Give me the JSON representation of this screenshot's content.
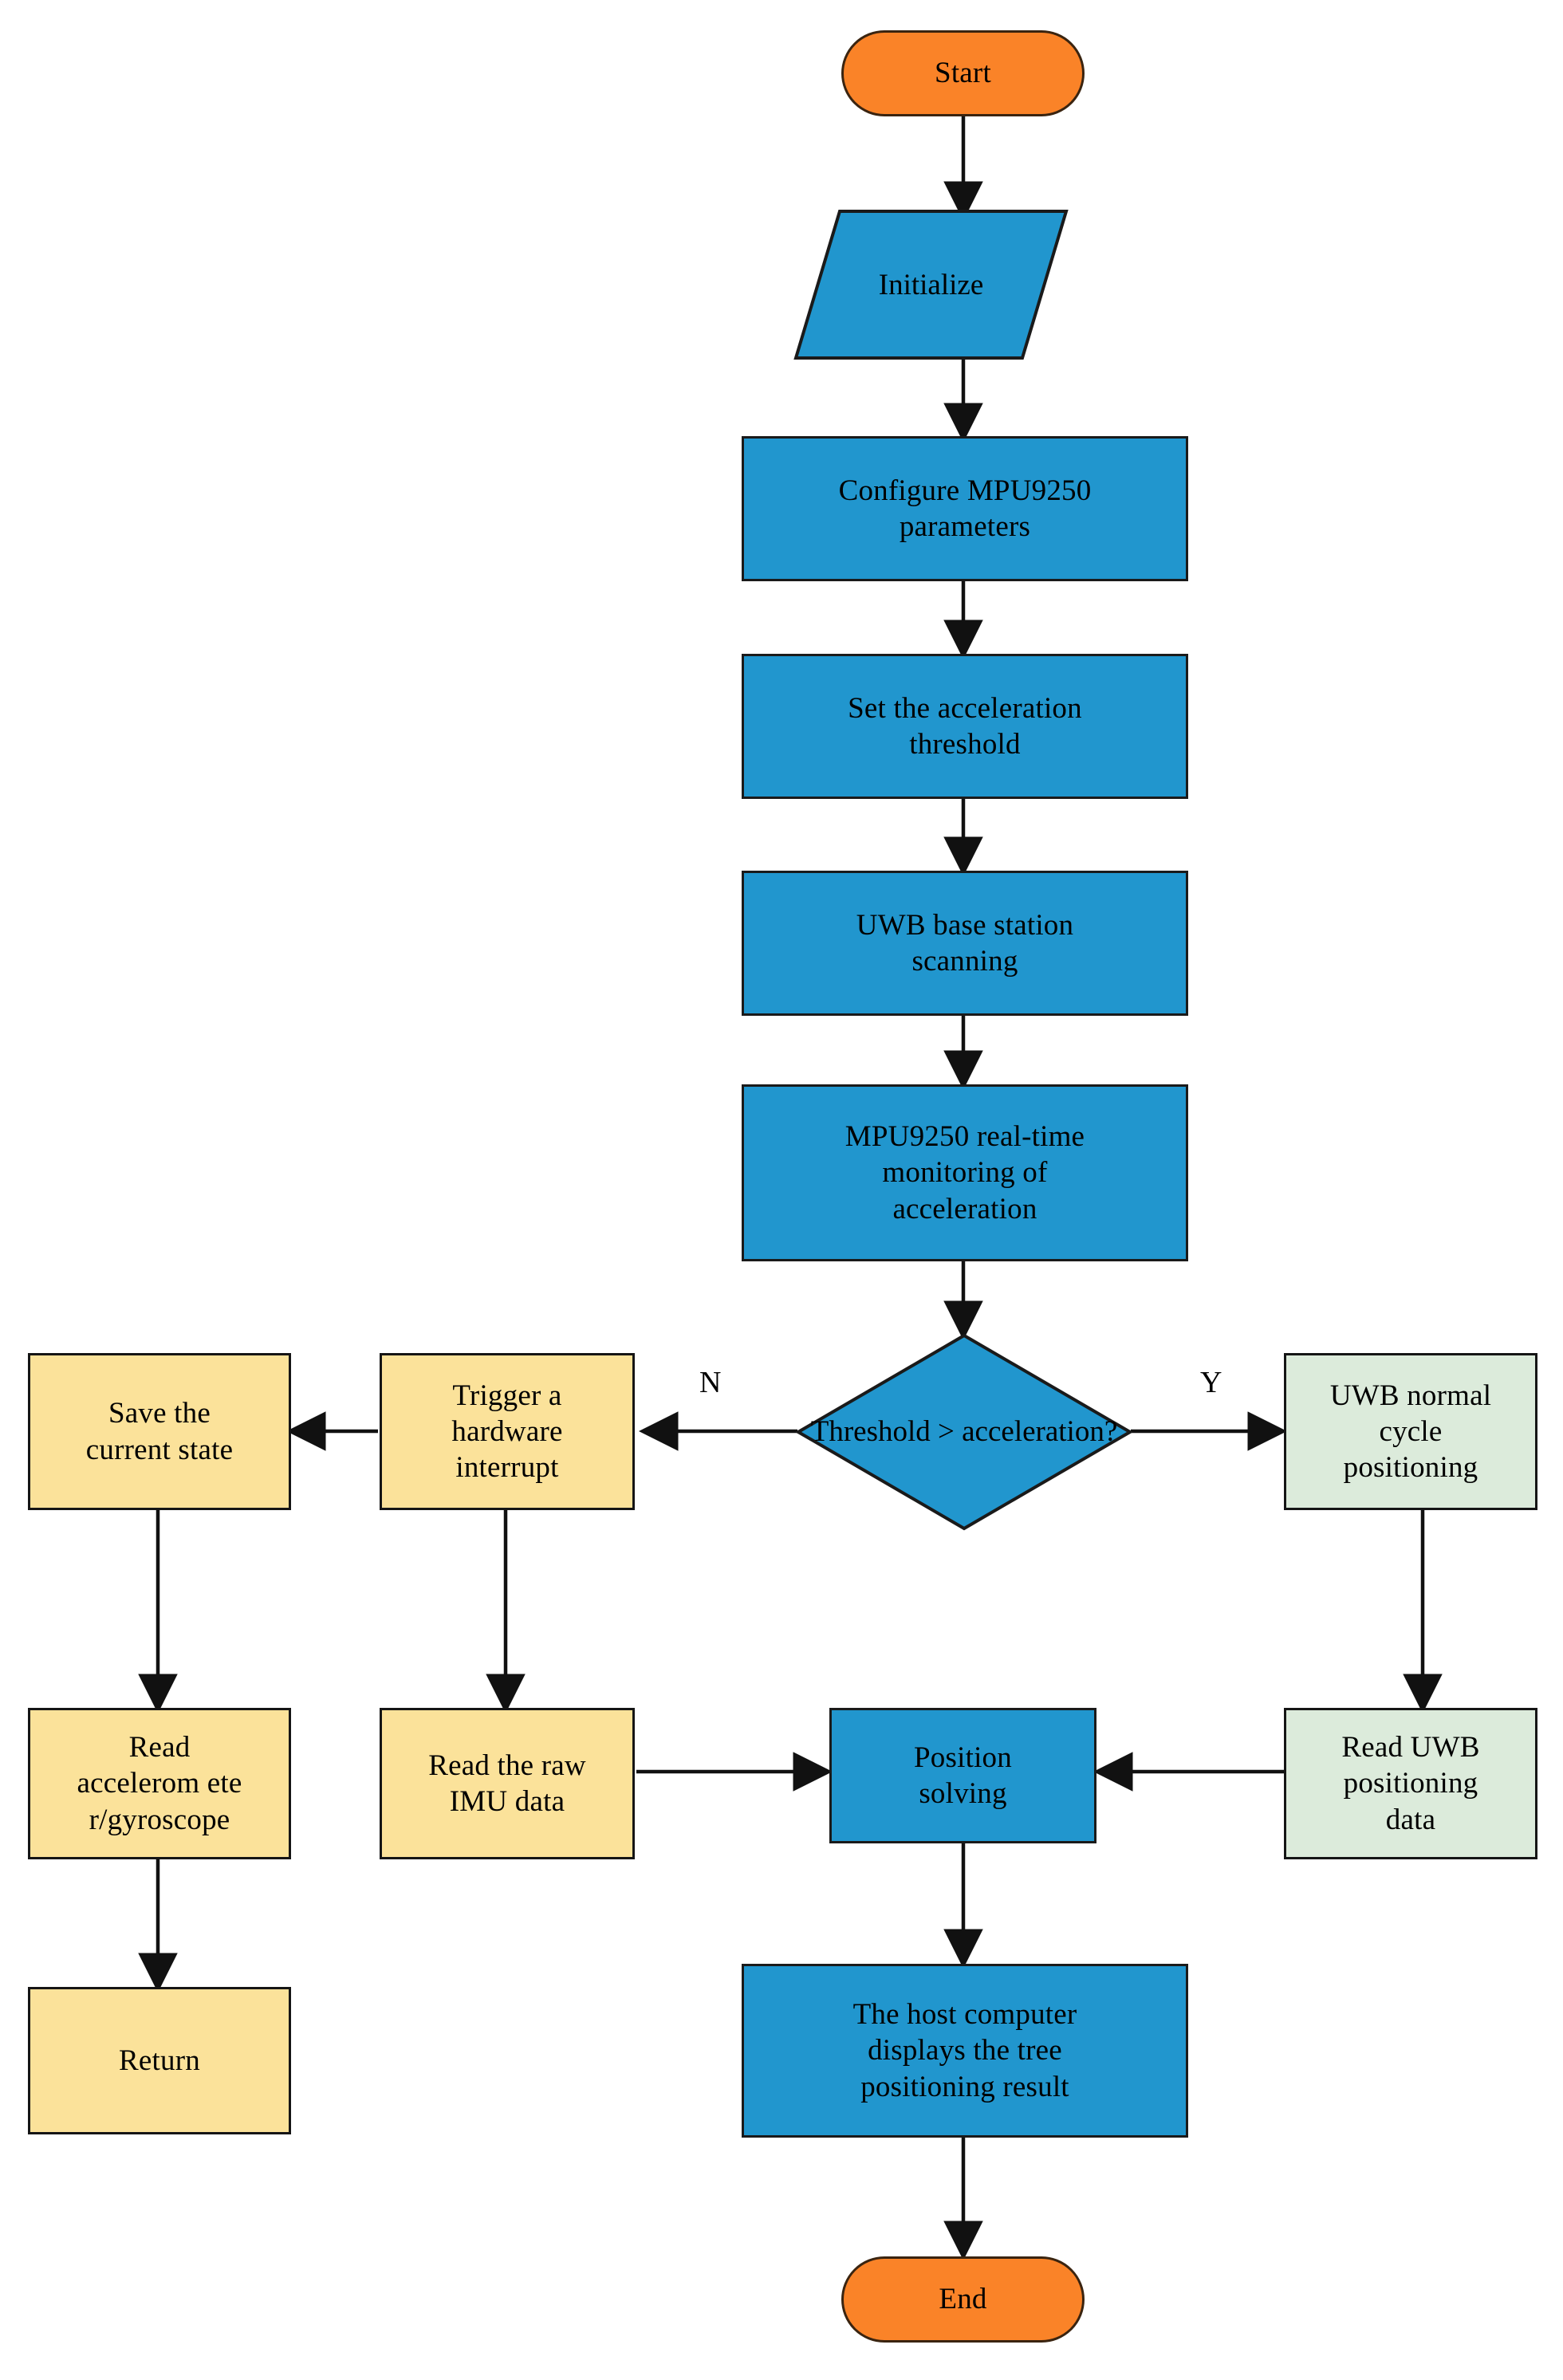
{
  "diagram": {
    "title": "UWB/IMU positioning system workflow flowchart",
    "background": "#ffffff",
    "colors": {
      "terminal_fill": "#FA8328",
      "process_fill": "#2196CE",
      "interrupt_fill": "#FBE29A",
      "uwb_fill": "#DCEBDB",
      "stroke": "#1a1a1a",
      "text": "#000000"
    }
  },
  "nodes": {
    "start": {
      "label": "Start",
      "shape": "terminal"
    },
    "initialize": {
      "label": "Initialize",
      "shape": "parallelogram"
    },
    "configure_mpu": {
      "label": "Configure MPU9250\nparameters",
      "shape": "process"
    },
    "set_threshold": {
      "label": "Set the acceleration\nthreshold",
      "shape": "process"
    },
    "uwb_scan": {
      "label": "UWB base station\nscanning",
      "shape": "process"
    },
    "mpu_monitor": {
      "label": "MPU9250 real-time\nmonitoring of\nacceleration",
      "shape": "process"
    },
    "decision": {
      "label": "Threshold >\nacceleration?",
      "shape": "diamond"
    },
    "trigger_interrupt": {
      "label": "Trigger a\nhardware\ninterrupt",
      "shape": "process"
    },
    "save_state": {
      "label": "Save the\ncurrent state",
      "shape": "process"
    },
    "read_accel_gyro": {
      "label": "Read\naccelerom ete\nr/gyroscope",
      "shape": "process"
    },
    "return_node": {
      "label": "Return",
      "shape": "process"
    },
    "read_imu": {
      "label": "Read the raw\nIMU data",
      "shape": "process"
    },
    "uwb_cycle": {
      "label": "UWB normal\ncycle\npositioning",
      "shape": "process"
    },
    "read_uwb_data": {
      "label": "Read UWB\npositioning\ndata",
      "shape": "process"
    },
    "position_solving": {
      "label": "Position\nsolving",
      "shape": "process"
    },
    "host_display": {
      "label": "The host computer\ndisplays the tree\npositioning result",
      "shape": "process"
    },
    "end": {
      "label": "End",
      "shape": "terminal"
    }
  },
  "edge_labels": {
    "no_branch": "N",
    "yes_branch": "Y"
  },
  "edges": [
    {
      "from": "start",
      "to": "initialize",
      "label": ""
    },
    {
      "from": "initialize",
      "to": "configure_mpu",
      "label": ""
    },
    {
      "from": "configure_mpu",
      "to": "set_threshold",
      "label": ""
    },
    {
      "from": "set_threshold",
      "to": "uwb_scan",
      "label": ""
    },
    {
      "from": "uwb_scan",
      "to": "mpu_monitor",
      "label": ""
    },
    {
      "from": "mpu_monitor",
      "to": "decision",
      "label": ""
    },
    {
      "from": "decision",
      "to": "trigger_interrupt",
      "label": "N"
    },
    {
      "from": "decision",
      "to": "uwb_cycle",
      "label": "Y"
    },
    {
      "from": "trigger_interrupt",
      "to": "save_state",
      "label": ""
    },
    {
      "from": "trigger_interrupt",
      "to": "read_imu",
      "label": ""
    },
    {
      "from": "save_state",
      "to": "read_accel_gyro",
      "label": ""
    },
    {
      "from": "read_accel_gyro",
      "to": "return_node",
      "label": ""
    },
    {
      "from": "read_imu",
      "to": "position_solving",
      "label": ""
    },
    {
      "from": "uwb_cycle",
      "to": "read_uwb_data",
      "label": ""
    },
    {
      "from": "read_uwb_data",
      "to": "position_solving",
      "label": ""
    },
    {
      "from": "position_solving",
      "to": "host_display",
      "label": ""
    },
    {
      "from": "host_display",
      "to": "end",
      "label": ""
    }
  ]
}
